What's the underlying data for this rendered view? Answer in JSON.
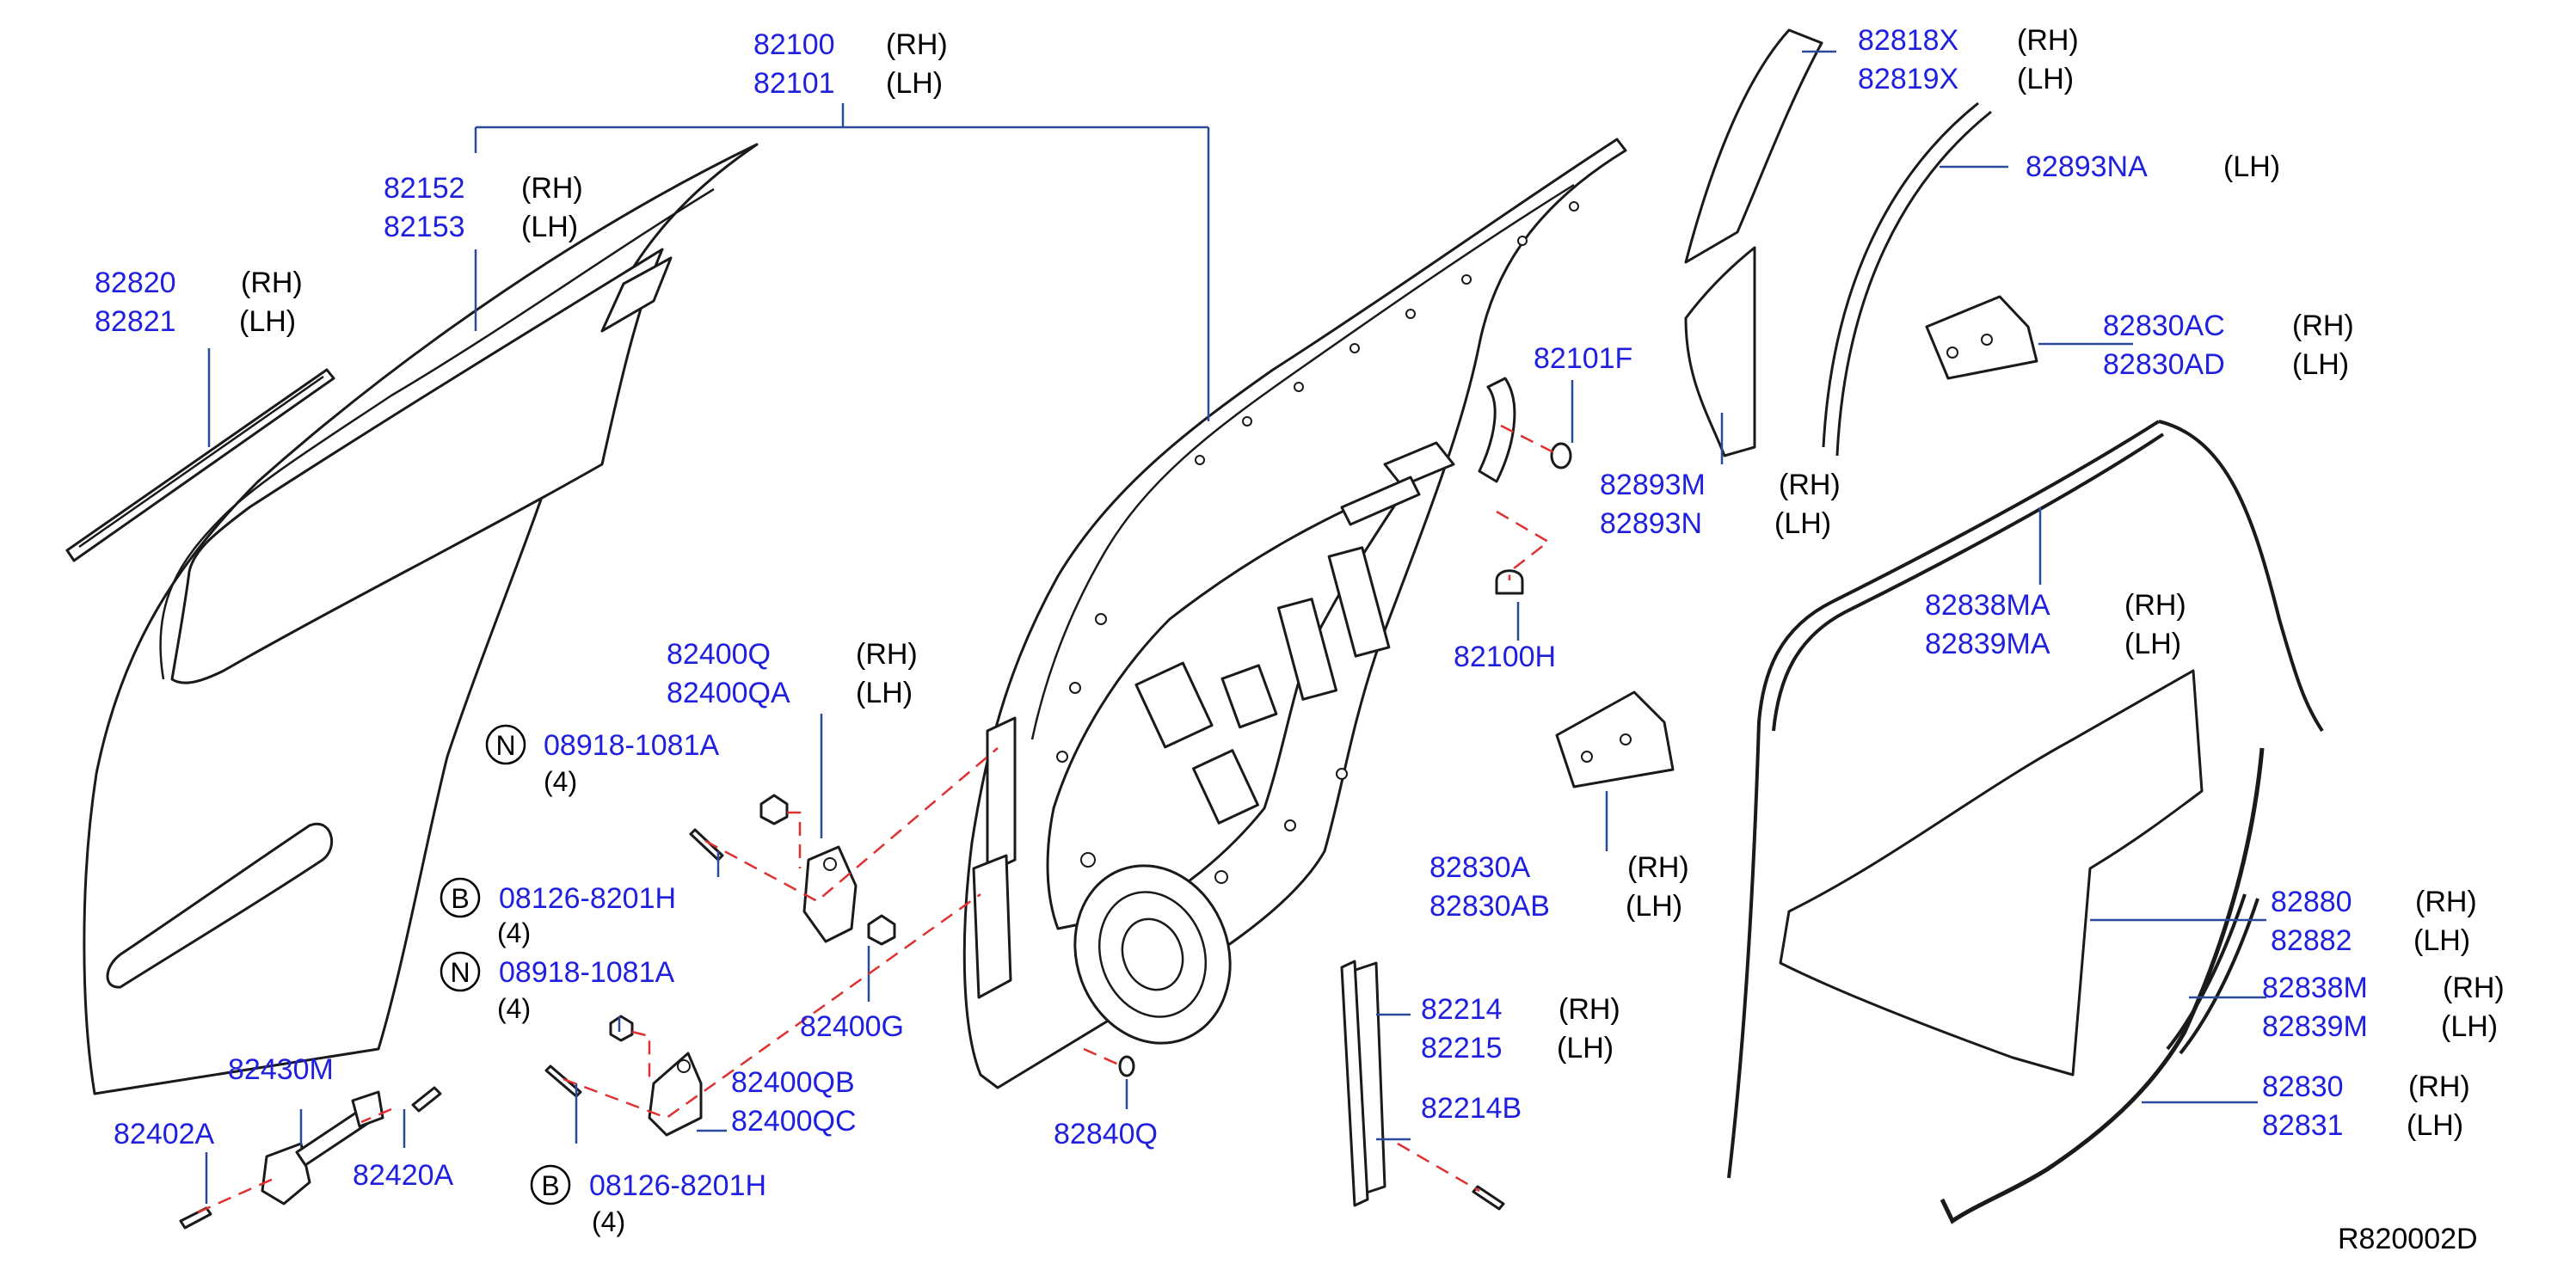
{
  "reference_code": "R820002D",
  "callouts": [
    {
      "id": "c01",
      "number": "82100",
      "side": "(RH)"
    },
    {
      "id": "c02",
      "number": "82101",
      "side": "(LH)"
    },
    {
      "id": "c03",
      "number": "82152",
      "side": "(RH)"
    },
    {
      "id": "c04",
      "number": "82153",
      "side": "(LH)"
    },
    {
      "id": "c05",
      "number": "82820",
      "side": "(RH)"
    },
    {
      "id": "c06",
      "number": "82821",
      "side": "(LH)"
    },
    {
      "id": "c07",
      "number": "82818X",
      "side": "(RH)"
    },
    {
      "id": "c08",
      "number": "82819X",
      "side": "(LH)"
    },
    {
      "id": "c09",
      "number": "82893NA",
      "side": "(LH)"
    },
    {
      "id": "c10",
      "number": "82830AC",
      "side": "(RH)"
    },
    {
      "id": "c11",
      "number": "82830AD",
      "side": "(LH)"
    },
    {
      "id": "c12",
      "number": "82101F",
      "side": ""
    },
    {
      "id": "c13",
      "number": "82893M",
      "side": "(RH)"
    },
    {
      "id": "c14",
      "number": "82893N",
      "side": "(LH)"
    },
    {
      "id": "c15",
      "number": "82100H",
      "side": ""
    },
    {
      "id": "c16",
      "number": "82838MA",
      "side": "(RH)"
    },
    {
      "id": "c17",
      "number": "82839MA",
      "side": "(LH)"
    },
    {
      "id": "c18",
      "number": "82400Q",
      "side": "(RH)"
    },
    {
      "id": "c19",
      "number": "82400QA",
      "side": "(LH)"
    },
    {
      "id": "c20",
      "number": "08918-1081A",
      "side": "",
      "badge": "N",
      "qty": "(4)"
    },
    {
      "id": "c21",
      "number": "08126-8201H",
      "side": "",
      "badge": "B",
      "qty": "(4)"
    },
    {
      "id": "c22",
      "number": "08918-1081A",
      "side": "",
      "badge": "N",
      "qty": "(4)"
    },
    {
      "id": "c23",
      "number": "08126-8201H",
      "side": "",
      "badge": "B",
      "qty": "(4)"
    },
    {
      "id": "c24",
      "number": "82400G",
      "side": ""
    },
    {
      "id": "c25",
      "number": "82400QB",
      "side": ""
    },
    {
      "id": "c26",
      "number": "82400QC",
      "side": ""
    },
    {
      "id": "c27",
      "number": "82840Q",
      "side": ""
    },
    {
      "id": "c28",
      "number": "82430M",
      "side": ""
    },
    {
      "id": "c29",
      "number": "82402A",
      "side": ""
    },
    {
      "id": "c30",
      "number": "82420A",
      "side": ""
    },
    {
      "id": "c31",
      "number": "82830A",
      "side": "(RH)"
    },
    {
      "id": "c32",
      "number": "82830AB",
      "side": "(LH)"
    },
    {
      "id": "c33",
      "number": "82214",
      "side": "(RH)"
    },
    {
      "id": "c34",
      "number": "82215",
      "side": "(LH)"
    },
    {
      "id": "c35",
      "number": "82214B",
      "side": ""
    },
    {
      "id": "c36",
      "number": "82880",
      "side": "(RH)"
    },
    {
      "id": "c37",
      "number": "82882",
      "side": "(LH)"
    },
    {
      "id": "c38",
      "number": "82838M",
      "side": "(RH)"
    },
    {
      "id": "c39",
      "number": "82839M",
      "side": "(LH)"
    },
    {
      "id": "c40",
      "number": "82830",
      "side": "(RH)"
    },
    {
      "id": "c41",
      "number": "82831",
      "side": "(LH)"
    }
  ]
}
